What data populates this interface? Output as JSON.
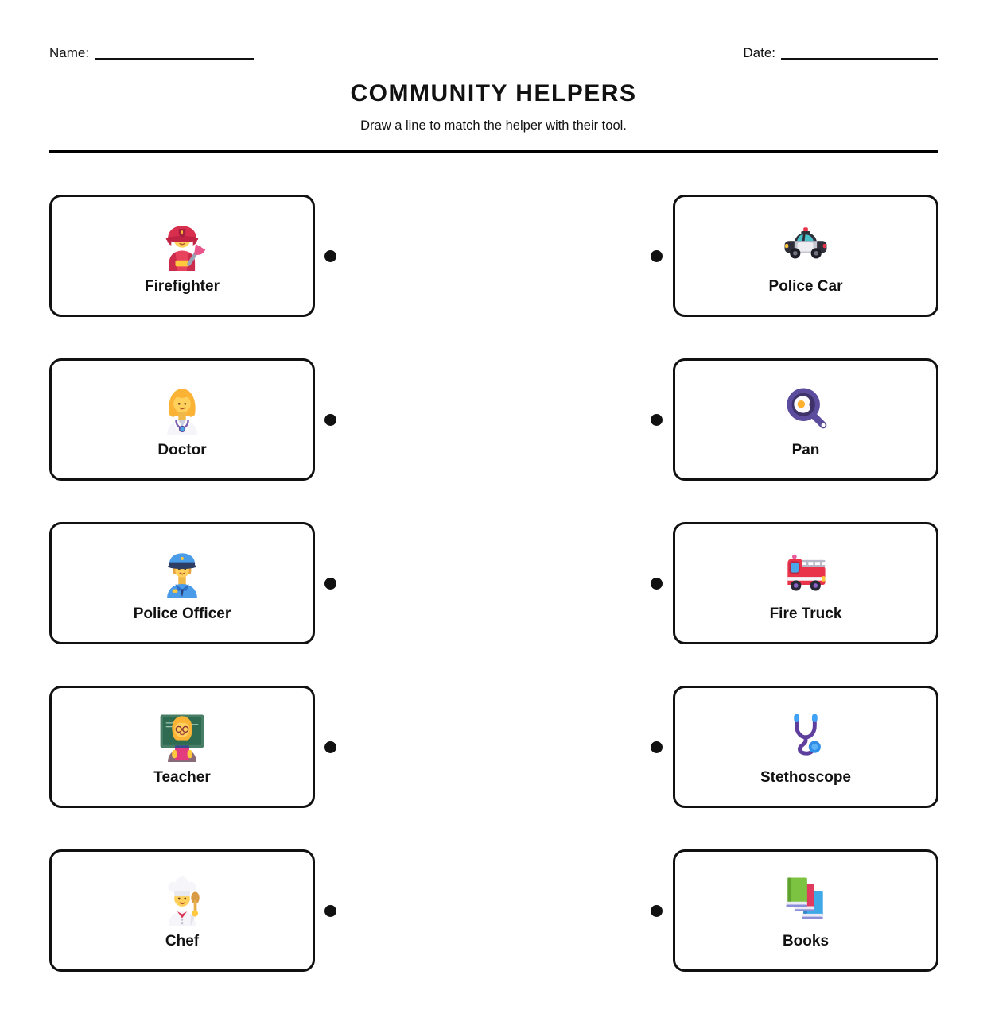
{
  "page": {
    "name_label": "Name:",
    "date_label": "Date:",
    "title": "COMMUNITY HELPERS",
    "subtitle": "Draw a line to match the helper with their tool."
  },
  "helpers": [
    {
      "label": "Firefighter",
      "icon": "firefighter-icon"
    },
    {
      "label": "Doctor",
      "icon": "doctor-icon"
    },
    {
      "label": "Police Officer",
      "icon": "police-officer-icon"
    },
    {
      "label": "Teacher",
      "icon": "teacher-icon"
    },
    {
      "label": "Chef",
      "icon": "chef-icon"
    }
  ],
  "tools": [
    {
      "label": "Police Car",
      "icon": "police-car-icon"
    },
    {
      "label": "Pan",
      "icon": "pan-icon"
    },
    {
      "label": "Fire Truck",
      "icon": "fire-truck-icon"
    },
    {
      "label": "Stethoscope",
      "icon": "stethoscope-icon"
    },
    {
      "label": "Books",
      "icon": "books-icon"
    }
  ],
  "colors": {
    "border": "#111111",
    "text": "#111111",
    "dot": "#111111",
    "background": "#ffffff"
  }
}
